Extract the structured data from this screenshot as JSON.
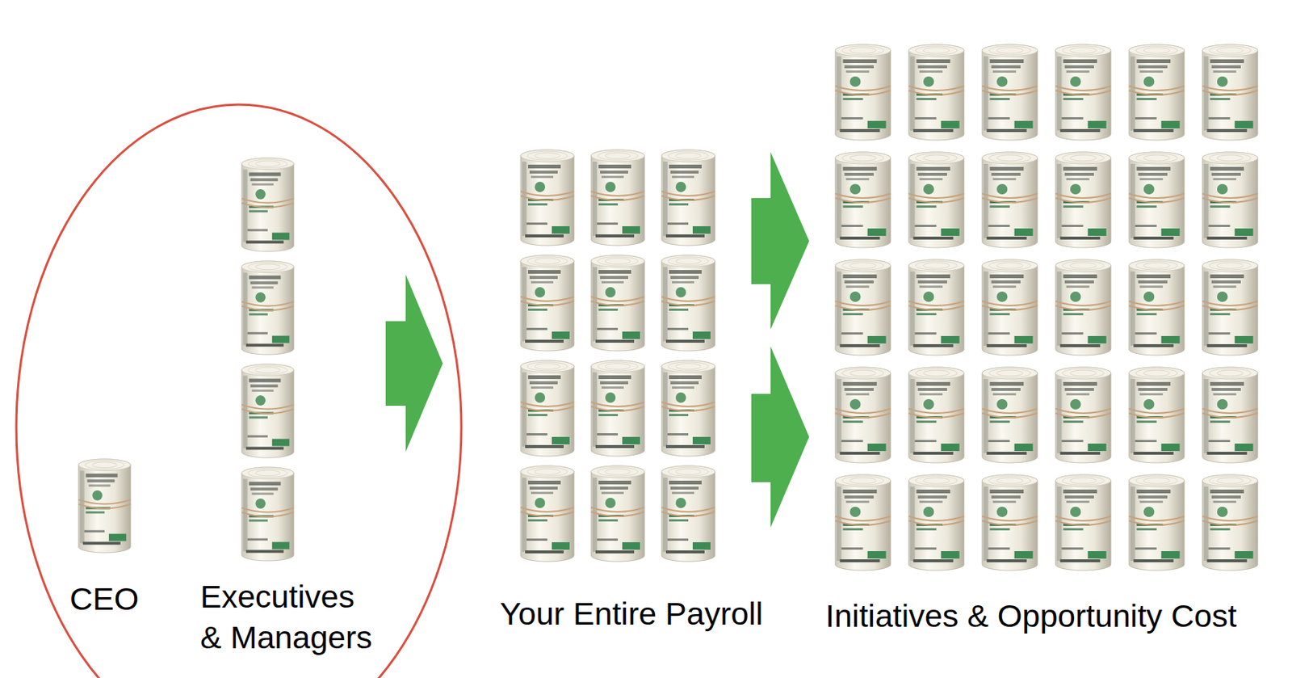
{
  "diagram": {
    "nodes": [
      {
        "text": [
          "CEO",
          "Executives & Managers"
        ]
      }
    ],
    "labels": [
      "Your Entire Payroll",
      "Initiatives & Opportunity Cost"
    ]
  }
}
